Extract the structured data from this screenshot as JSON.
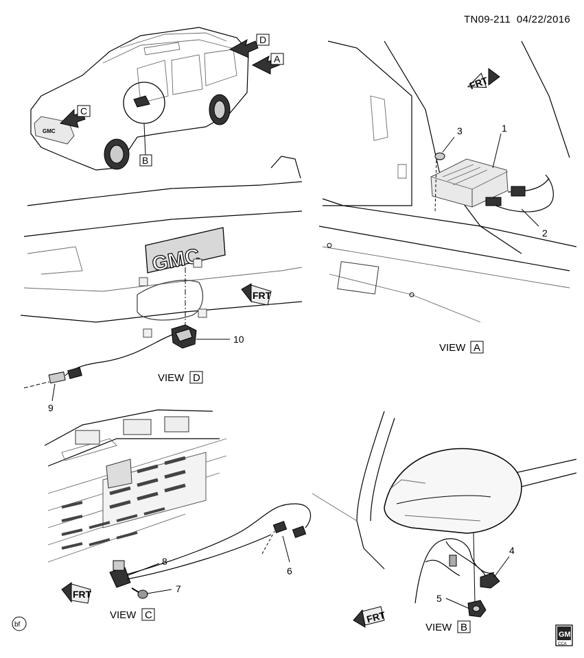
{
  "header": {
    "ref": "TN09-211",
    "date": "04/22/2016"
  },
  "overview": {
    "arrow_labels": [
      "D",
      "A",
      "C"
    ],
    "circle_label": "B",
    "grille_logo": "GMC"
  },
  "view_a": {
    "title": "VIEW",
    "letter": "A",
    "frt": "FRT",
    "callouts": [
      "1",
      "2",
      "3"
    ]
  },
  "view_d": {
    "title": "VIEW",
    "letter": "D",
    "frt": "FRT",
    "logo": "GMC",
    "callouts": [
      "9",
      "10"
    ]
  },
  "view_c": {
    "title": "VIEW",
    "letter": "C",
    "frt": "FRT",
    "callouts": [
      "6",
      "7",
      "8"
    ]
  },
  "view_b": {
    "title": "VIEW",
    "letter": "B",
    "frt": "FRT",
    "callouts": [
      "4",
      "5"
    ]
  },
  "footer": {
    "corner_code": "bf",
    "badge_top": "GM",
    "badge_bottom": "CCA"
  }
}
